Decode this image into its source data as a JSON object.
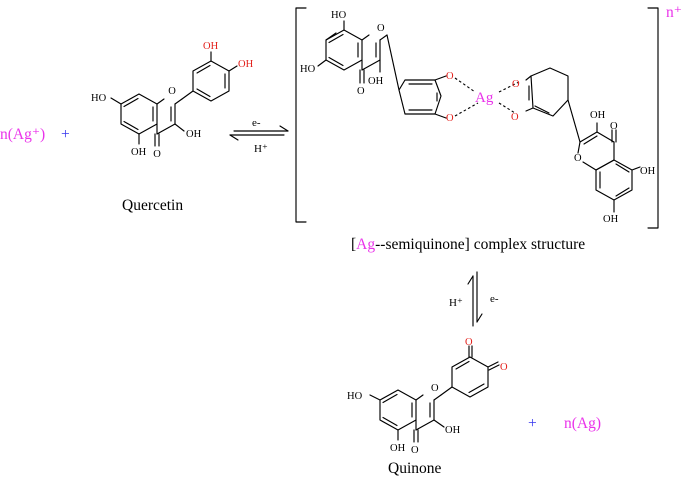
{
  "reactants": {
    "silver_ion": "n(Ag⁺)",
    "plus": "+",
    "quercetin_name": "Quercetin"
  },
  "arrow1": {
    "top": "e-",
    "bottom": "H⁺"
  },
  "complex": {
    "charge": "n⁺",
    "metal": "Ag",
    "caption_open": "[",
    "caption_metal": "Ag",
    "caption_rest": "--semiquinone] complex structure"
  },
  "arrow2": {
    "left": "H⁺",
    "right": "e-"
  },
  "products": {
    "quinone_name": "Quinone",
    "plus": "+",
    "silver": "n(Ag)"
  },
  "atoms": {
    "oh": "OH",
    "ho": "HO",
    "o": "O"
  },
  "colors": {
    "oxygen": "#e3201b",
    "magenta": "#ea33ea",
    "blue": "#3434ee"
  }
}
